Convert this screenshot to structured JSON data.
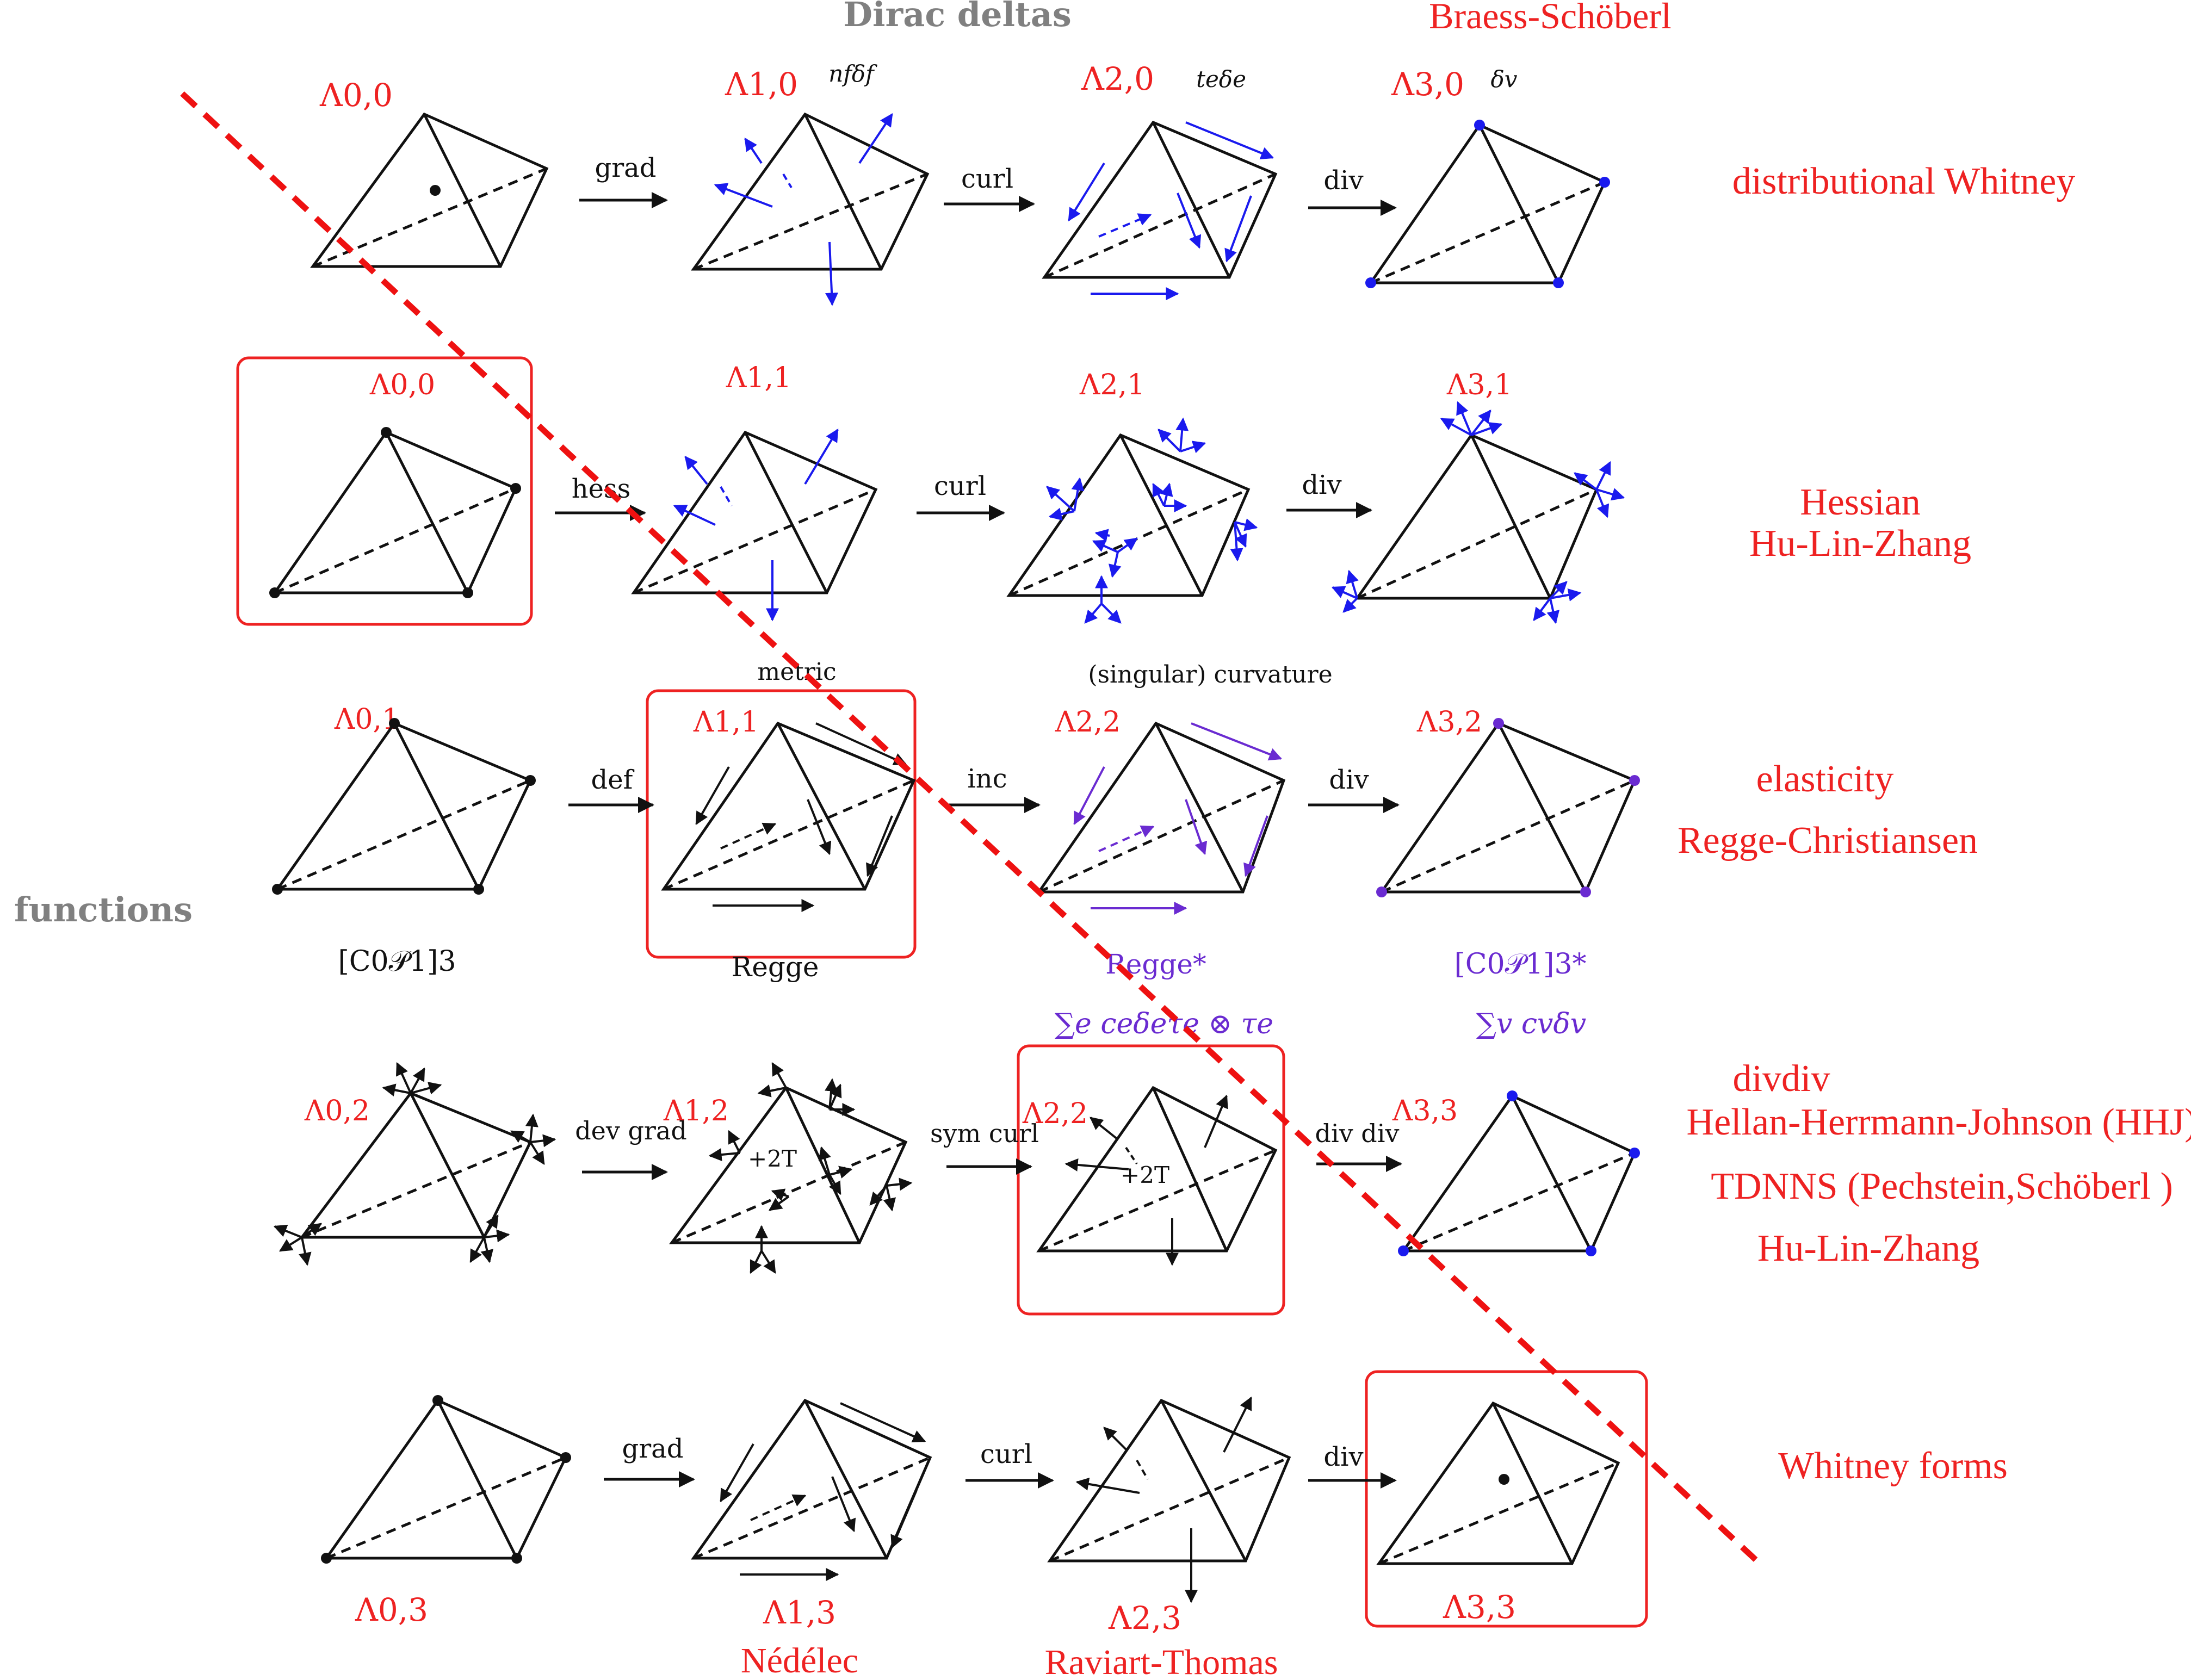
{
  "headers": {
    "dirac": "Dirac deltas",
    "functions": "functions",
    "braess": "Braess-Schöberl"
  },
  "colors": {
    "red": "#ee2222",
    "blue": "#1a1aee",
    "purple": "#6a2bd1",
    "black": "#111111",
    "gray": "#808080",
    "dashed_red": "#ee1111"
  },
  "rows": [
    {
      "name": "distributional Whitney",
      "right_labels": [
        "distributional Whitney"
      ],
      "ops": [
        "grad",
        "curl",
        "div"
      ],
      "spaces": [
        "Λ0,0",
        "Λ1,0",
        "Λ2,0",
        "Λ3,0"
      ],
      "space_notes": [
        "",
        "nfδf",
        "teδe",
        "δv"
      ]
    },
    {
      "name": "Hessian",
      "right_labels": [
        "Hessian",
        "Hu-Lin-Zhang"
      ],
      "ops": [
        "hess",
        "curl",
        "div"
      ],
      "spaces": [
        "Λ0,0",
        "Λ1,1",
        "Λ2,1",
        "Λ3,1"
      ]
    },
    {
      "name": "elasticity",
      "right_labels": [
        "elasticity",
        "Regge-Christiansen"
      ],
      "ops": [
        "def",
        "inc",
        "div"
      ],
      "spaces": [
        "Λ0,1",
        "Λ1,1",
        "Λ2,2",
        "Λ3,2"
      ],
      "top_notes": [
        "metric",
        "(singular) curvature"
      ],
      "bottom_notes": [
        "[C0𝒫1]3",
        "Regge",
        "Regge*",
        "[C0𝒫1]3*"
      ],
      "sum_notes": [
        "∑e ceδeτe ⊗ τe",
        "∑v cvδv"
      ]
    },
    {
      "name": "divdiv",
      "right_labels": [
        "divdiv",
        "Hellan-Herrmann-Johnson (HHJ)",
        "TDNNS (Pechstein,Schöberl )",
        "Hu-Lin-Zhang"
      ],
      "ops": [
        "dev grad",
        "sym curl",
        "div div"
      ],
      "spaces": [
        "Λ0,2",
        "Λ1,2",
        "Λ2,2",
        "Λ3,3"
      ],
      "inner_notes": [
        "+2T",
        "+2T"
      ]
    },
    {
      "name": "Whitney forms",
      "right_labels": [
        "Whitney forms"
      ],
      "ops": [
        "grad",
        "curl",
        "div"
      ],
      "spaces": [
        "Λ0,3",
        "Λ1,3",
        "Λ2,3",
        "Λ3,3"
      ],
      "bottom_notes": [
        "Nédélec",
        "Raviart-Thomas"
      ]
    }
  ]
}
